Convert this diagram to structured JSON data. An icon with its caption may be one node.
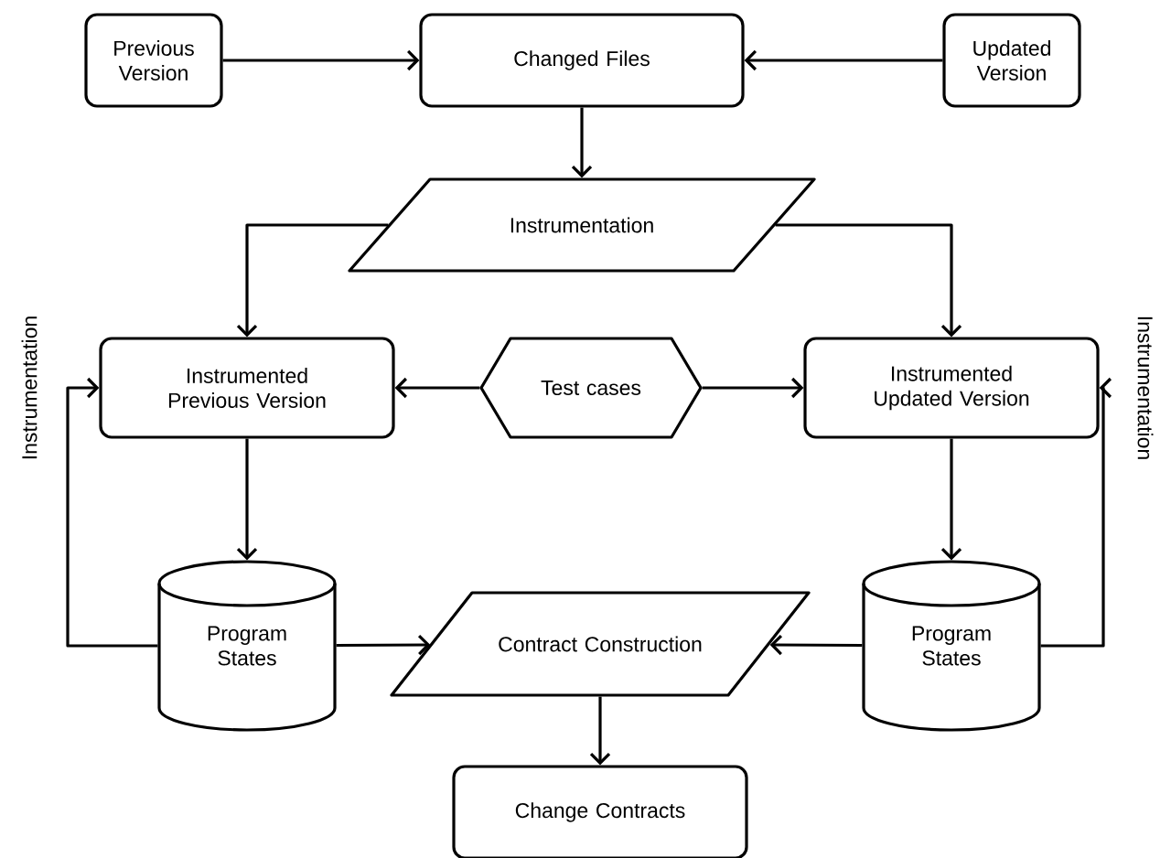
{
  "diagram": {
    "nodes": [
      {
        "text": [
          "Previous Version"
        ]
      },
      {
        "text": [
          "Changed Files"
        ]
      },
      {
        "text": [
          "Updated Version"
        ]
      },
      {
        "text": [
          "Instrumentation"
        ]
      },
      {
        "text": [
          "Instrumented Previous Version"
        ]
      },
      {
        "text": [
          "Test cases"
        ]
      },
      {
        "text": [
          "Instrumented Updated Version"
        ]
      },
      {
        "text": [
          "Program States"
        ]
      },
      {
        "text": [
          "Contract Construction"
        ]
      },
      {
        "text": [
          "Program States"
        ]
      },
      {
        "text": [
          "Change Contracts"
        ]
      }
    ],
    "edges": [
      {
        "from": 0,
        "to": 1,
        "arrow": "to"
      },
      {
        "from": 2,
        "to": 1,
        "arrow": "to"
      },
      {
        "from": 1,
        "to": 3,
        "arrow": "to"
      },
      {
        "from": 3,
        "to": 4,
        "arrow": "to"
      },
      {
        "from": 3,
        "to": 6,
        "arrow": "to"
      },
      {
        "from": 5,
        "to": 4,
        "arrow": "to"
      },
      {
        "from": 5,
        "to": 6,
        "arrow": "to"
      },
      {
        "from": 4,
        "to": 7,
        "arrow": "to"
      },
      {
        "from": 6,
        "to": 9,
        "arrow": "to"
      },
      {
        "from": 7,
        "to": 8,
        "arrow": "to"
      },
      {
        "from": 9,
        "to": 8,
        "arrow": "to"
      },
      {
        "from": 7,
        "to": 4,
        "arrow": "to",
        "label": "Instrumentation"
      },
      {
        "from": 9,
        "to": 6,
        "arrow": "to",
        "label": "Instrumentation"
      },
      {
        "from": 8,
        "to": 10,
        "arrow": "to"
      }
    ]
  }
}
